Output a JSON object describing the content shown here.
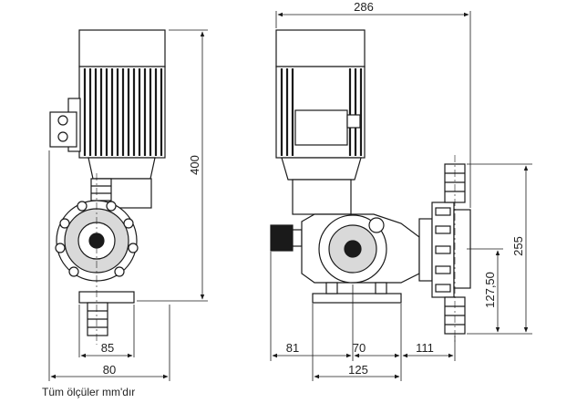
{
  "dimensions": {
    "overall_width": "286",
    "height": "400",
    "base_hole_spacing": "85",
    "base_width": "80",
    "rear_offset": "81",
    "mid_offset": "70",
    "front_offset": "111",
    "base_length": "125",
    "flange_height": "255",
    "outlet_height": "127,50"
  },
  "note": "Tüm ölçüler mm'dır",
  "colors": {
    "line": "#1a1a1a",
    "fill": "#ffffff",
    "shade": "#d9d9d9"
  }
}
